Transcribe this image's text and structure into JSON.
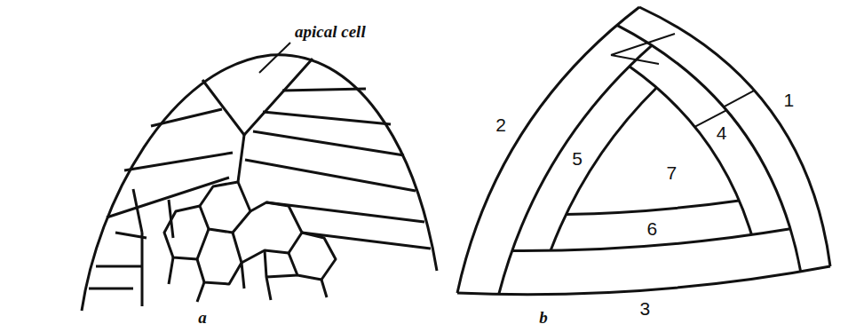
{
  "diagram": {
    "labels": [
      "apical cell",
      "a",
      "b",
      "1",
      "2",
      "3",
      "4",
      "5",
      "6",
      "7"
    ]
  }
}
